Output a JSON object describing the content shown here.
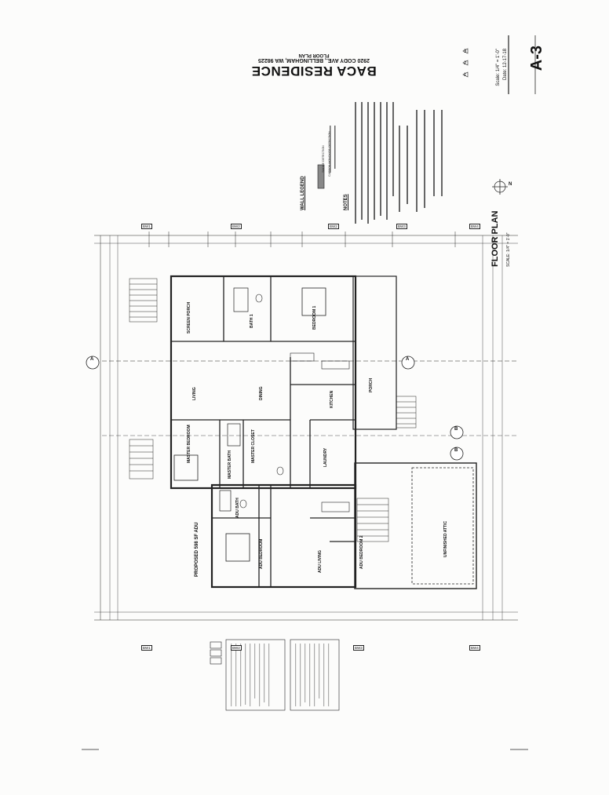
{
  "title_block": {
    "project": "BACA RESIDENCE",
    "address": "2920 CODY AVE., BELLINGHAM, WA 98225",
    "sheet_title": "FLOOR PLAN",
    "sheet_number": "A-3",
    "scale_label": "Scale: 1/4\" = 1'-0\"",
    "date_label": "Date: 12-17-18",
    "revisions": [
      "1",
      "2",
      "3"
    ]
  },
  "plan": {
    "title": "FLOOR PLAN",
    "scale": "SCALE: 1/4\" = 1'-0\"",
    "north_label": "N",
    "proposed_adu": "PROPOSED 598 SF ADU",
    "rooms": [
      {
        "id": "screen-porch",
        "label": "SCREEN PORCH"
      },
      {
        "id": "bath-1",
        "label": "BATH 1"
      },
      {
        "id": "bedroom-1",
        "label": "BEDROOM 1"
      },
      {
        "id": "living",
        "label": "LIVING"
      },
      {
        "id": "dining",
        "label": "DINING"
      },
      {
        "id": "porch",
        "label": "PORCH"
      },
      {
        "id": "kitchen",
        "label": "KITCHEN"
      },
      {
        "id": "master-bedroom",
        "label": "MASTER BEDROOM"
      },
      {
        "id": "master-bath",
        "label": "MASTER BATH"
      },
      {
        "id": "master-closet",
        "label": "MASTER CLOSET"
      },
      {
        "id": "laundry",
        "label": "LAUNDRY"
      },
      {
        "id": "adu-bath",
        "label": "ADU BATH"
      },
      {
        "id": "adu-bedroom",
        "label": "ADU BEDROOM"
      },
      {
        "id": "adu-living",
        "label": "ADU LIVING"
      },
      {
        "id": "adu-bedroom-2",
        "label": "ADU BEDROOM 2"
      },
      {
        "id": "unfinished-attic",
        "label": "UNFINISHED ATTIC"
      }
    ],
    "grid_tags_top": [
      "BW1",
      "BW2",
      "BW2",
      "BW3",
      "BW4"
    ],
    "grid_tags_bottom": [
      "BW1",
      "BW2",
      "BW3",
      "BW4"
    ],
    "section_tags": [
      "A",
      "A",
      "B",
      "B"
    ]
  },
  "legend": {
    "heading": "WALL LEGEND",
    "notes_heading": "NOTES",
    "items": [
      "SMOKE DETECTION",
      "CARBON MONOXIDE DETECTION"
    ]
  }
}
